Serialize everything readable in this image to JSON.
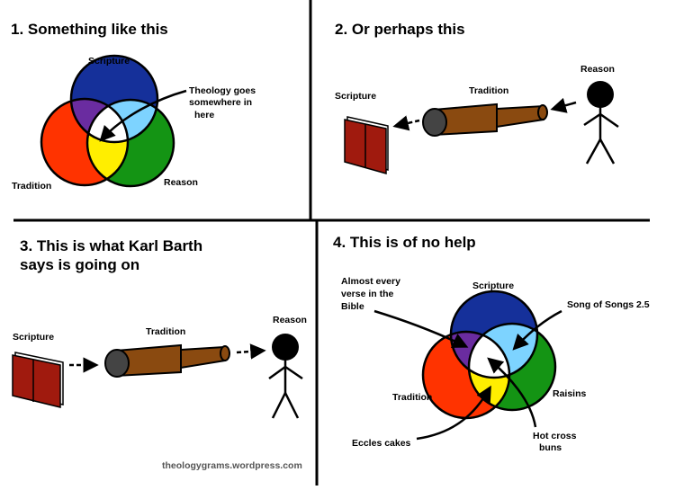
{
  "colors": {
    "blue": "#15309a",
    "red": "#ff3300",
    "green": "#149414",
    "purple": "#6a2ca0",
    "light_blue": "#7dd3ff",
    "yellow": "#ffee00",
    "white": "#ffffff",
    "telescope_brown": "#8a4a10",
    "telescope_lens": "#444444",
    "book_red": "#a01a0e"
  },
  "panels": {
    "p1": {
      "title": "1. Something like this",
      "labels": {
        "scripture": "Scripture",
        "tradition": "Tradition",
        "reason": "Reason",
        "note_line1": "Theology goes",
        "note_line2": "somewhere in",
        "note_line3": "here"
      }
    },
    "p2": {
      "title": "2. Or perhaps this",
      "labels": {
        "scripture": "Scripture",
        "tradition": "Tradition",
        "reason": "Reason"
      }
    },
    "p3": {
      "title_line1": "3. This is what Karl Barth",
      "title_line2": "says is going on",
      "labels": {
        "scripture": "Scripture",
        "tradition": "Tradition",
        "reason": "Reason"
      },
      "credit": "theologygrams.wordpress.com"
    },
    "p4": {
      "title": "4. This is of no help",
      "labels": {
        "scripture": "Scripture",
        "tradition": "Tradition",
        "raisins": "Raisins",
        "almost_line1": "Almost every",
        "almost_line2": "verse in the",
        "almost_line3": "Bible",
        "song": "Song of Songs 2.5",
        "eccles": "Eccles cakes",
        "hot_line1": "Hot cross",
        "hot_line2": "buns"
      }
    }
  }
}
